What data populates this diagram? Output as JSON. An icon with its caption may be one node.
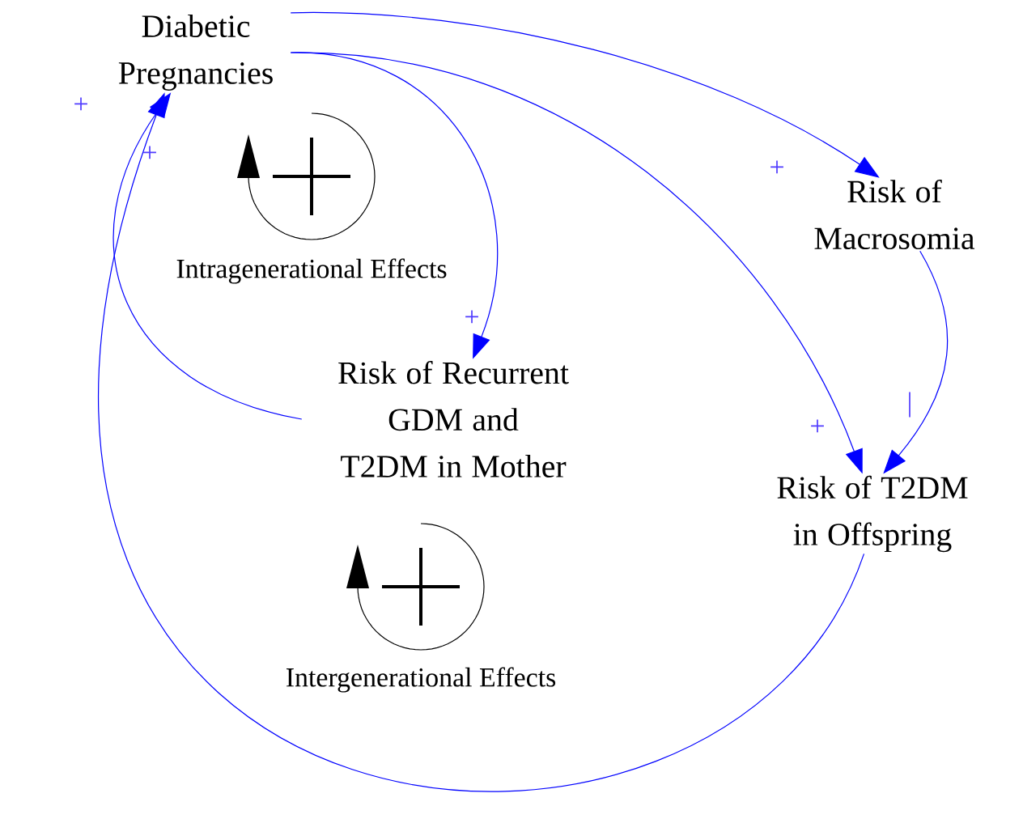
{
  "diagram": {
    "nodes": [
      {
        "text": [
          "Diabetic Pregnancies"
        ]
      },
      {
        "text": [
          "Risk of Macrosomia"
        ]
      },
      {
        "text": [
          "Risk of Recurrent GDM and T2DM in Mother"
        ]
      },
      {
        "text": [
          "Risk of T2DM in Offspring"
        ]
      }
    ],
    "edges": [
      {
        "from": 0,
        "to": 1,
        "arrow": "to",
        "label": "+"
      },
      {
        "from": 0,
        "to": 2,
        "arrow": "to",
        "label": "+"
      },
      {
        "from": 0,
        "to": 3,
        "arrow": "to",
        "label": "+"
      },
      {
        "from": 1,
        "to": 3,
        "arrow": "to",
        "label": "|"
      },
      {
        "from": 2,
        "to": 0,
        "arrow": "to",
        "label": "+"
      },
      {
        "from": 3,
        "to": 0,
        "arrow": "to",
        "label": "+"
      }
    ],
    "labels": [
      "Intragenerational Effects",
      "Intergenerational Effects"
    ]
  }
}
